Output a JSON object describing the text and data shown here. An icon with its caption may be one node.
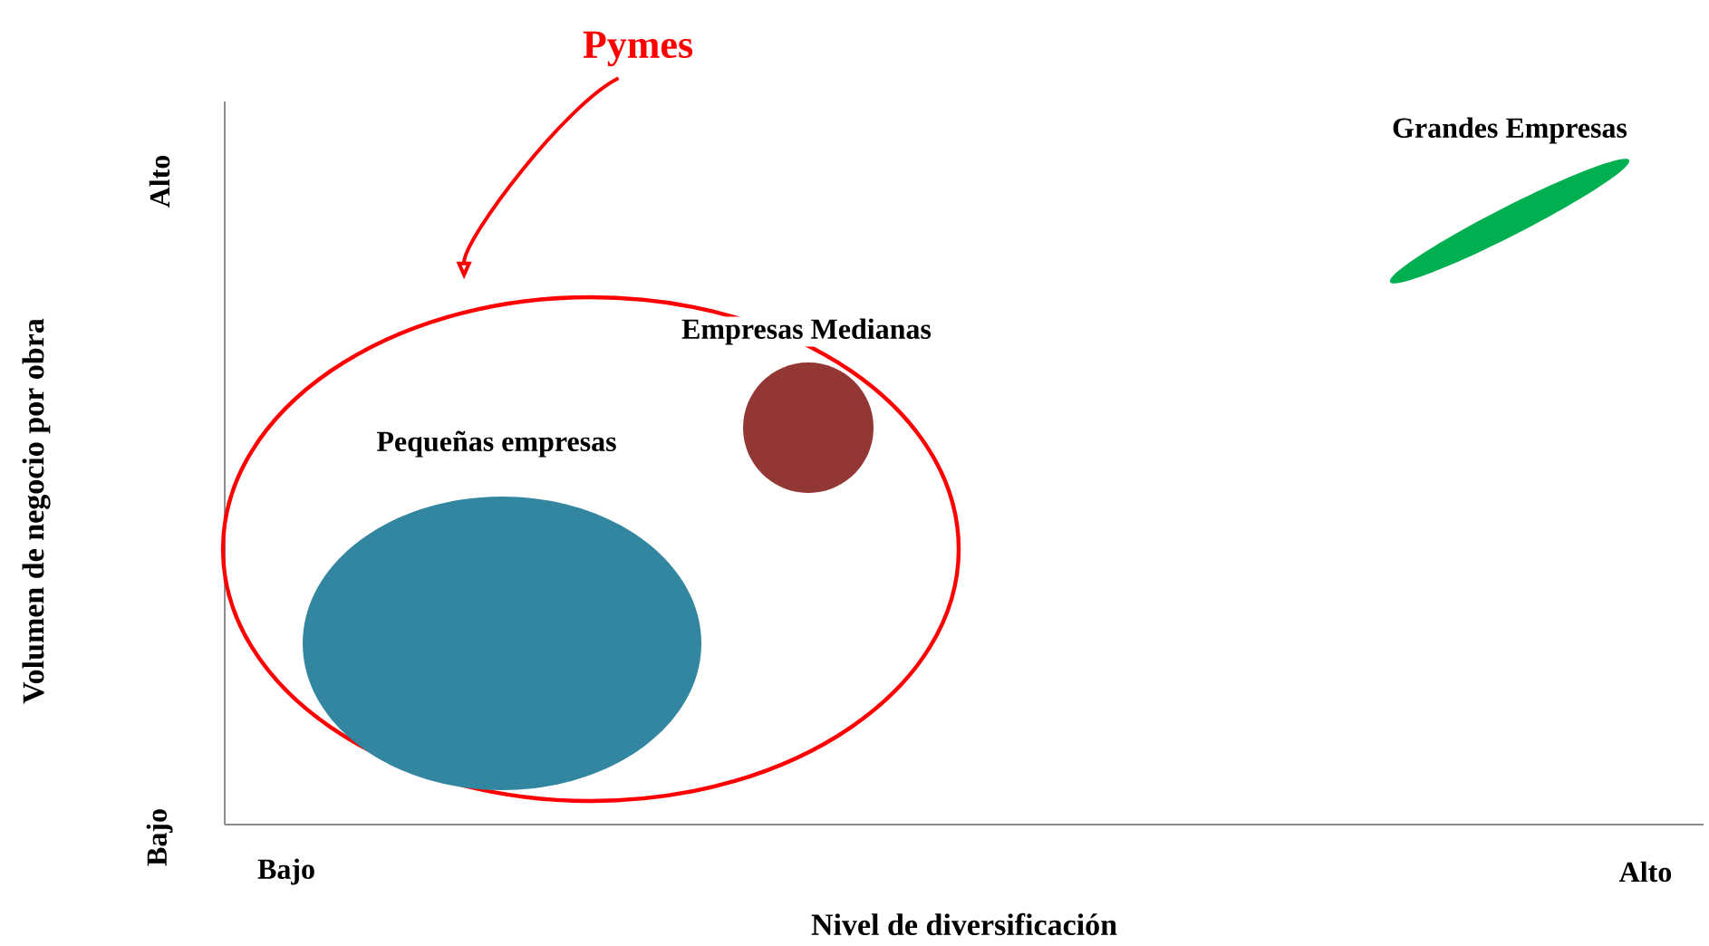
{
  "diagram": {
    "nodes": [
      {
        "text": [
          "Pymes"
        ]
      },
      {
        "text": [],
        "shape": "circle"
      },
      {
        "text": [],
        "shape": "circle",
        "in": 1,
        "beside": [
          "Pequeñas empresas"
        ]
      },
      {
        "text": [],
        "shape": "circle",
        "in": 1,
        "beside": [
          "Empresas Medianas"
        ]
      },
      {
        "text": [],
        "shape": "circle",
        "beside": [
          "Grandes Empresas"
        ]
      }
    ],
    "edges": [
      {
        "from": 0,
        "to": 1,
        "arrow": "to",
        "color": "#ff0000"
      }
    ],
    "labels": [
      "Alto",
      "Bajo",
      "Volumen de negocio por obra",
      "Bajo",
      "Alto",
      "Nivel de diversificación"
    ]
  }
}
